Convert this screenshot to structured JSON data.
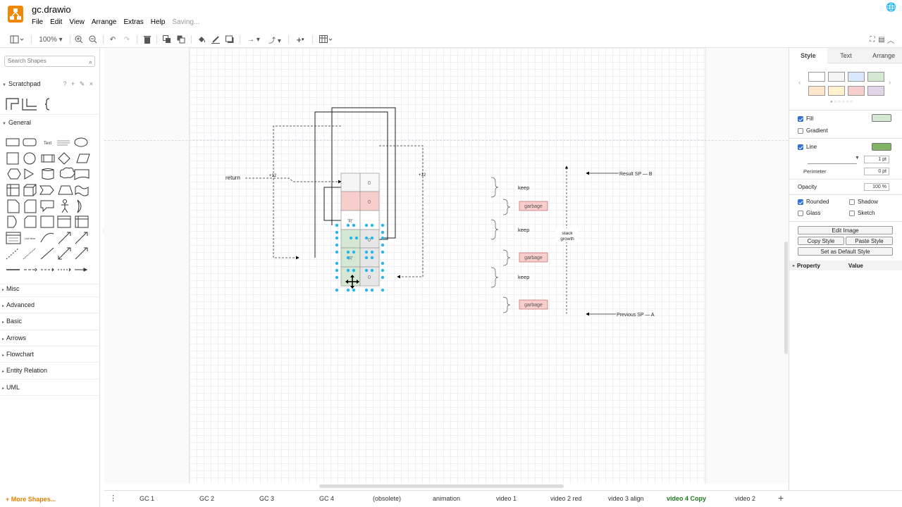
{
  "app": {
    "filename": "gc.drawio",
    "status": "Saving...",
    "menu": [
      "File",
      "Edit",
      "View",
      "Arrange",
      "Extras",
      "Help"
    ]
  },
  "toolbar": {
    "zoom": "100%"
  },
  "left_panel": {
    "search_placeholder": "Search Shapes",
    "scratchpad_label": "Scratchpad",
    "scratchpad_actions": "? + ✎ ×",
    "general_label": "General",
    "libraries": [
      "Misc",
      "Advanced",
      "Basic",
      "Arrows",
      "Flowchart",
      "Entity Relation",
      "UML"
    ],
    "more_shapes": "+ More Shapes..."
  },
  "diagram": {
    "return_label": "return",
    "plus12_a": "+12",
    "plus12_b": "+12",
    "cell_zero": "0",
    "cell_r": "'R'",
    "keep_label": "keep",
    "garbage_label": "garbage",
    "stack_growth": "stack growth",
    "result_sp": "Result SP — B",
    "previous_sp": "Previous SP — A"
  },
  "format_panel": {
    "tabs": [
      "Style",
      "Text",
      "Arrange"
    ],
    "swatches": [
      "#ffffff",
      "#f5f5f5",
      "#dae8fc",
      "#d5e8d4",
      "#ffe6cc",
      "#fff2cc",
      "#f8cecc",
      "#e1d5e7"
    ],
    "fill_label": "Fill",
    "fill_color": "#d5e8d4",
    "gradient_label": "Gradient",
    "line_label": "Line",
    "line_color": "#82b366",
    "line_width": "1 pt",
    "perimeter_label": "Perimeter",
    "perimeter_value": "0 pt",
    "opacity_label": "Opacity",
    "opacity_value": "100 %",
    "rounded_label": "Rounded",
    "shadow_label": "Shadow",
    "glass_label": "Glass",
    "sketch_label": "Sketch",
    "edit_image": "Edit Image",
    "copy_style": "Copy Style",
    "paste_style": "Paste Style",
    "set_default": "Set as Default Style",
    "property_col": "Property",
    "value_col": "Value"
  },
  "pages": [
    "GC 1",
    "GC 2",
    "GC 3",
    "GC 4",
    "(obsolete)",
    "animation",
    "video 1",
    "video 2 red",
    "video 3 align",
    "video 4 Copy",
    "video 2"
  ],
  "active_page": "video 4 Copy"
}
